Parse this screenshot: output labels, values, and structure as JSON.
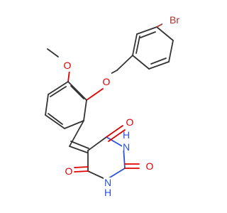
{
  "molecule": {
    "colors": {
      "bond": "#333333",
      "O": "#e00000",
      "N": "#2a52d8",
      "Br": "#a5342a",
      "background": "#ffffff"
    },
    "atoms": {
      "br": "Br",
      "o_methoxy": "O",
      "o_ether": "O",
      "o_c4": "O",
      "o_c2": "O",
      "o_c6": "O",
      "nh_n3": "H\nN",
      "nh_n1": "N\nH"
    }
  }
}
